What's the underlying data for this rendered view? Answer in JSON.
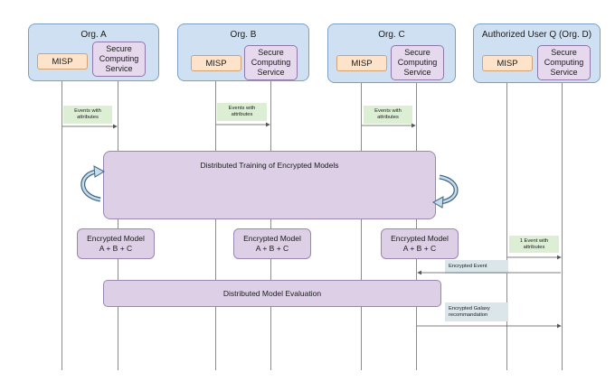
{
  "orgs": [
    {
      "title": "Org. A",
      "misp": "MISP",
      "scs": "Secure\nComputing\nService"
    },
    {
      "title": "Org. B",
      "misp": "MISP",
      "scs": "Secure\nComputing\nService"
    },
    {
      "title": "Org. C",
      "misp": "MISP",
      "scs": "Secure\nComputing\nService"
    },
    {
      "title": "Authorized User Q (Org. D)",
      "misp": "MISP",
      "scs": "Secure\nComputing\nService"
    }
  ],
  "messages": {
    "events_a": "Events with\nattributes",
    "events_b": "Events with\nattributes",
    "events_c": "Events with\nattributes",
    "event_d": "1 Event with\nattributes",
    "encrypted_event": "Encrypted Event",
    "galaxy_recommendation": "Encrypted Galaxy\nrecommandation"
  },
  "training": {
    "title": "Distributed Training of Encrypted Models"
  },
  "models": [
    "Encrypted Model\nA + B + C",
    "Encrypted Model\nA + B + C",
    "Encrypted Model\nA + B + C"
  ],
  "evaluation": {
    "title": "Distributed Model Evaluation"
  },
  "colors": {
    "org": "#cfe0f2",
    "misp": "#fce3c9",
    "scs": "#e6d9ee",
    "green_label": "#dcefd5",
    "blue_label": "#dbe6ea"
  }
}
